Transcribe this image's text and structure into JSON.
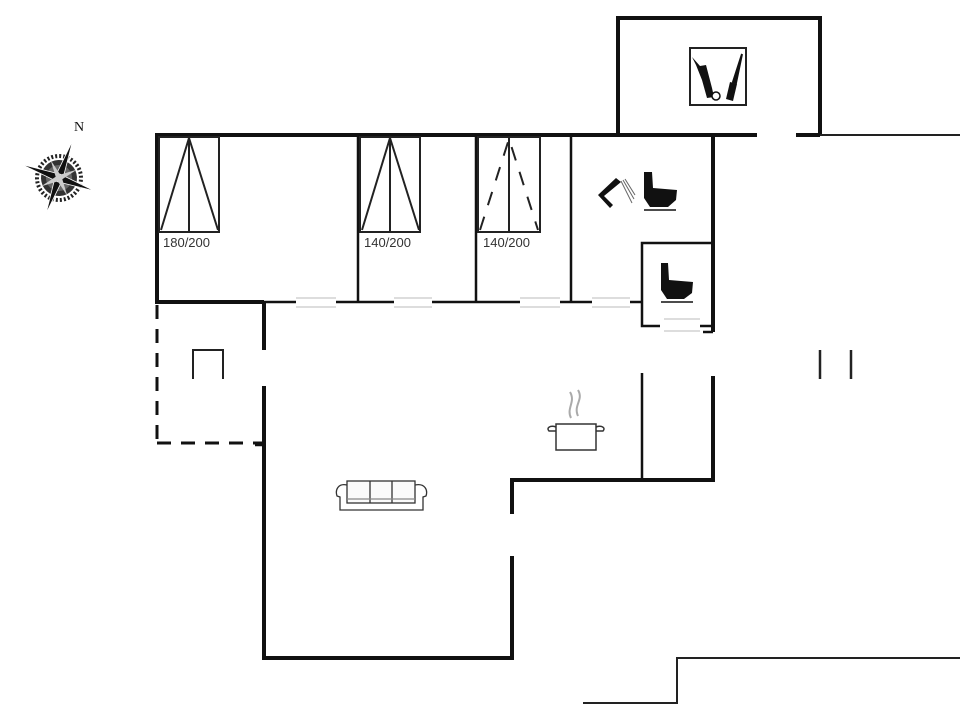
{
  "diagram": {
    "type": "floor-plan",
    "colors": {
      "wall": "#111111",
      "thin_wall": "#1a1a1a",
      "door_gap": "#bbbbbb",
      "steam": "#aaaaaa",
      "background": "#ffffff"
    },
    "compass": {
      "label": "N",
      "icon": "compass-rose-icon"
    },
    "rooms": [
      {
        "name": "bedroom-1",
        "bed": {
          "label": "180/200",
          "type": "double-bed"
        }
      },
      {
        "name": "bedroom-2",
        "bed": {
          "label": "140/200",
          "type": "double-bed"
        }
      },
      {
        "name": "bedroom-3",
        "bed": {
          "label": "140/200",
          "type": "bunk-bed"
        }
      },
      {
        "name": "bathroom",
        "icons": [
          "shower-icon",
          "toilet-icon"
        ]
      },
      {
        "name": "toilet",
        "icons": [
          "toilet-icon"
        ]
      },
      {
        "name": "utility-room",
        "icons": [
          "cleaning-tools-icon"
        ]
      },
      {
        "name": "entrance-annex",
        "icons": [
          "stove-hood-icon"
        ]
      },
      {
        "name": "kitchen",
        "icons": [
          "cooking-pot-icon"
        ]
      },
      {
        "name": "living-room",
        "icons": [
          "sofa-icon"
        ]
      },
      {
        "name": "terrace"
      }
    ]
  }
}
